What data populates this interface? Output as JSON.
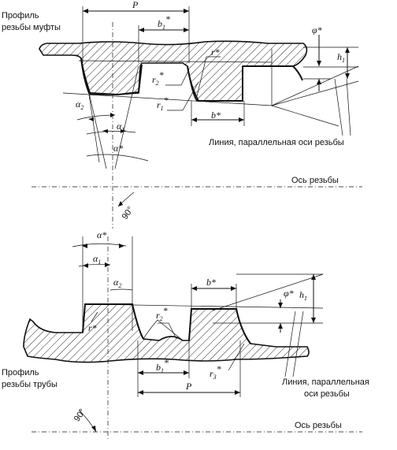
{
  "top": {
    "title_line1": "Профиль",
    "title_line2": "резьбы муфты",
    "P": "P",
    "b1": "b",
    "b1_sub": "1",
    "b1_star": "*",
    "r2": "r",
    "r2_sub": "2",
    "r2_star": "*",
    "r1": "r",
    "r1_sub": "1",
    "r1_star": "*",
    "r": "r*",
    "b": "b*",
    "phi": "φ*",
    "h1": "h",
    "h1_sub": "1",
    "alpha2": "α",
    "alpha2_sub": "2",
    "alpha1": "α",
    "alpha1_sub": "1",
    "alpha": "α*",
    "parallel_line": "Линия, параллельная оси резьбы",
    "axis": "Ось резьбы",
    "angle90": "90°"
  },
  "bottom": {
    "title_line1": "Профиль",
    "title_line2": "резьбы трубы",
    "alpha": "α*",
    "alpha1": "α",
    "alpha1_sub": "1",
    "alpha2": "α",
    "alpha2_sub": "2",
    "b": "b*",
    "r": "r*",
    "r2": "r",
    "r2_sub": "2",
    "r2_star": "*",
    "phi": "φ*",
    "h1": "h",
    "h1_sub": "1",
    "b1": "b",
    "b1_sub": "1",
    "b1_star": "*",
    "r3": "r",
    "r3_sub": "3",
    "r3_star": "*",
    "P": "P",
    "parallel_line1": "Линия, параллельная",
    "parallel_line2": "оси резьбы",
    "axis": "Ось резьбы",
    "angle90": "90°"
  }
}
